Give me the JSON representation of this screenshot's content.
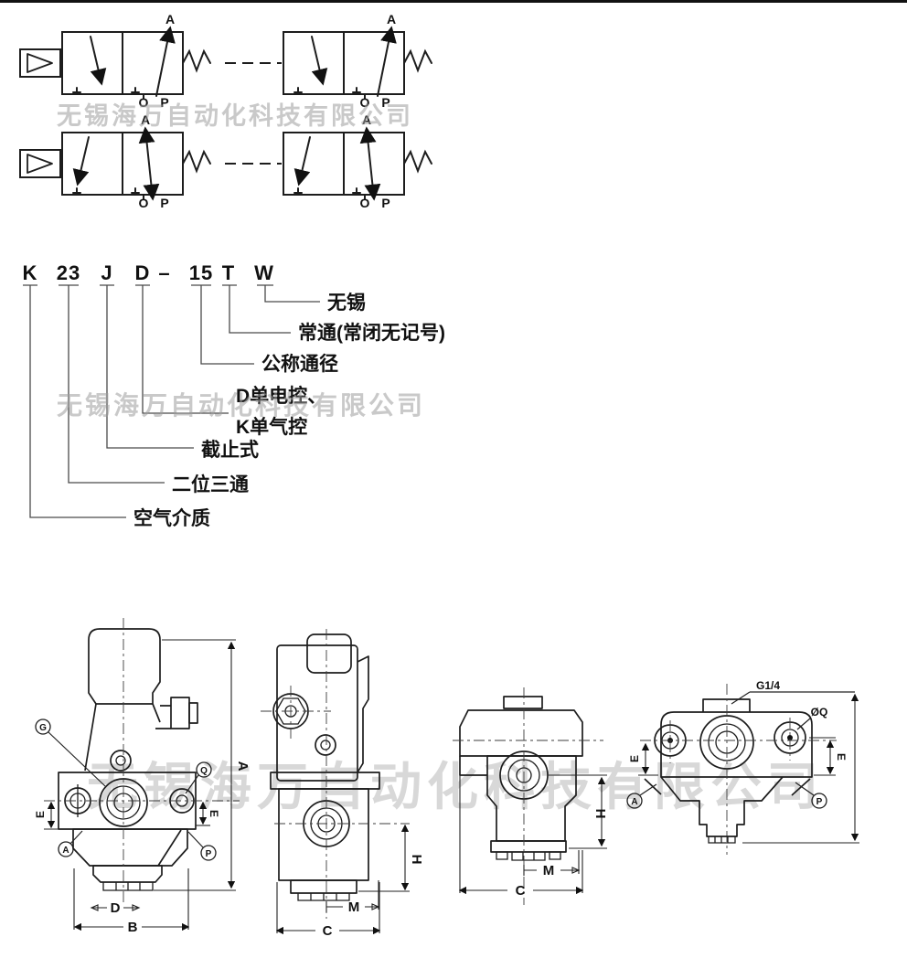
{
  "watermark": {
    "text": "无锡海万自动化科技有限公司"
  },
  "valve_symbols": {
    "port_a": "A",
    "port_o": "O",
    "port_p": "P"
  },
  "model_code": {
    "chars": [
      "K",
      "23",
      "J",
      "D",
      "–",
      "15",
      "T",
      "W"
    ],
    "annotations": [
      {
        "code": "W",
        "label": "无锡"
      },
      {
        "code": "T",
        "label": "常通(常闭无记号)"
      },
      {
        "code": "15",
        "label": "公称通径"
      },
      {
        "code": "D",
        "label_line1": "D单电控、",
        "label_line2": "K单气控"
      },
      {
        "code": "J",
        "label": "截止式"
      },
      {
        "code": "23",
        "label": "二位三通"
      },
      {
        "code": "K",
        "label": "空气介质"
      }
    ]
  },
  "dimensions": {
    "A": "A",
    "B": "B",
    "C": "C",
    "D": "D",
    "E": "E",
    "H": "H",
    "M": "M",
    "thread": "G1/4",
    "pilot_port": "ØQ"
  },
  "callouts": {
    "center_port": "G",
    "side_port": "Q",
    "port_a": "A",
    "port_p": "P"
  }
}
